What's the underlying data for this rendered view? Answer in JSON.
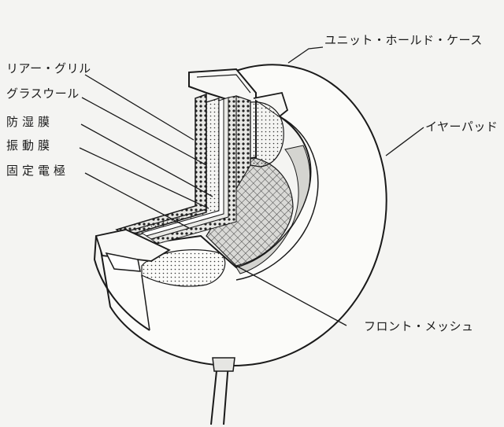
{
  "labels": {
    "unit_hold_case": "ユニット・ホールド・ケース",
    "rear_grill": "リアー・グリル",
    "glass_wool": "グラスウール",
    "moisture_film": "防湿膜",
    "vibration_film": "振動膜",
    "fixed_electrode": "固定電極",
    "ear_pad": "イヤーパッド",
    "front_mesh": "フロント・メッシュ"
  },
  "colors": {
    "line": "#1a1a1a",
    "paper": "#f4f4f2",
    "pad_fill": "#fbfbf9"
  }
}
